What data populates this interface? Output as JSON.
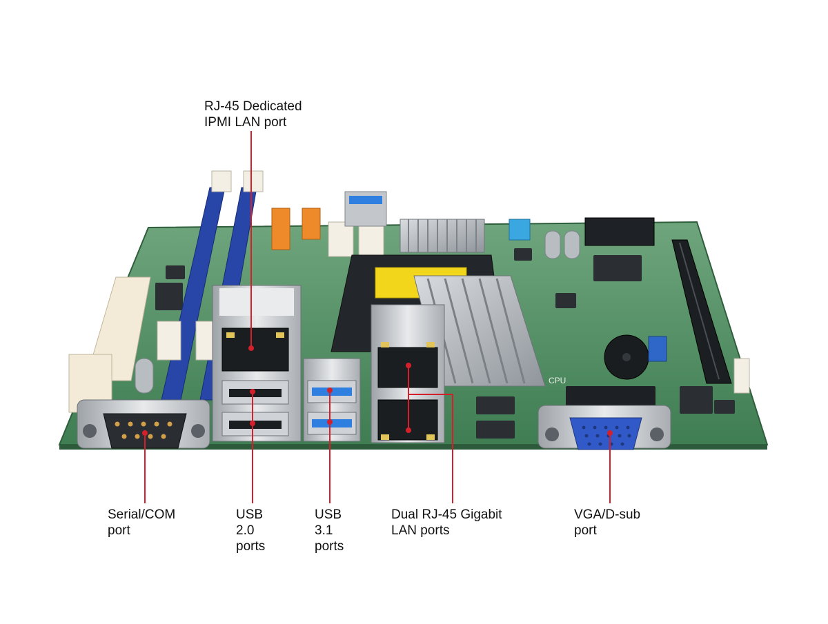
{
  "labels": {
    "ipmi": {
      "line1": "RJ-45 Dedicated",
      "line2": "IPMI LAN port"
    },
    "serial": {
      "line1": "Serial/COM",
      "line2": "port"
    },
    "usb20": {
      "line1": "USB",
      "line2": "2.0",
      "line3": "ports"
    },
    "usb31": {
      "line1": "USB",
      "line2": "3.1",
      "line3": "ports"
    },
    "lan": {
      "line1": "Dual RJ-45 Gigabit",
      "line2": "LAN ports"
    },
    "vga": {
      "line1": "VGA/D-sub",
      "line2": "port"
    }
  },
  "colors": {
    "callout": "#d4202a",
    "pcb": "#4f8f62",
    "dimm": "#2845a8",
    "usb3": "#2f7fe0",
    "vga": "#3159c8"
  }
}
